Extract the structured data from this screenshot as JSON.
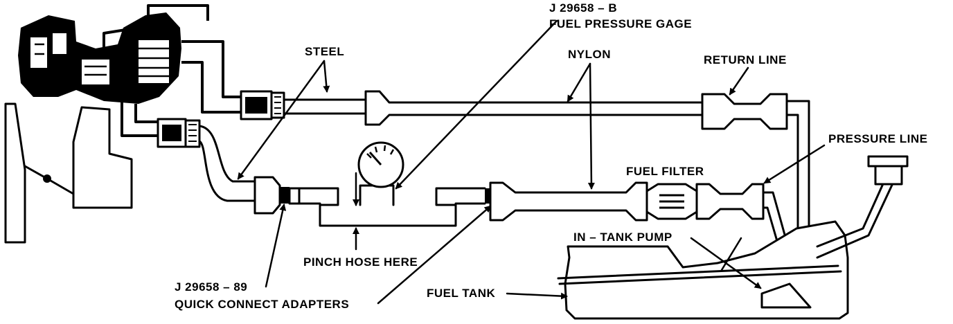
{
  "labels": {
    "gage_part": "J 29658 – B",
    "gage_name": "FUEL PRESSURE GAGE",
    "steel": "STEEL",
    "nylon": "NYLON",
    "return_line": "RETURN LINE",
    "pressure_line": "PRESSURE LINE",
    "fuel_filter": "FUEL FILTER",
    "in_tank_pump": "IN – TANK PUMP",
    "pinch_hose": "PINCH HOSE HERE",
    "adapter_part": "J 29658 – 89",
    "adapter_name": "QUICK CONNECT ADAPTERS",
    "fuel_tank": "FUEL TANK"
  }
}
